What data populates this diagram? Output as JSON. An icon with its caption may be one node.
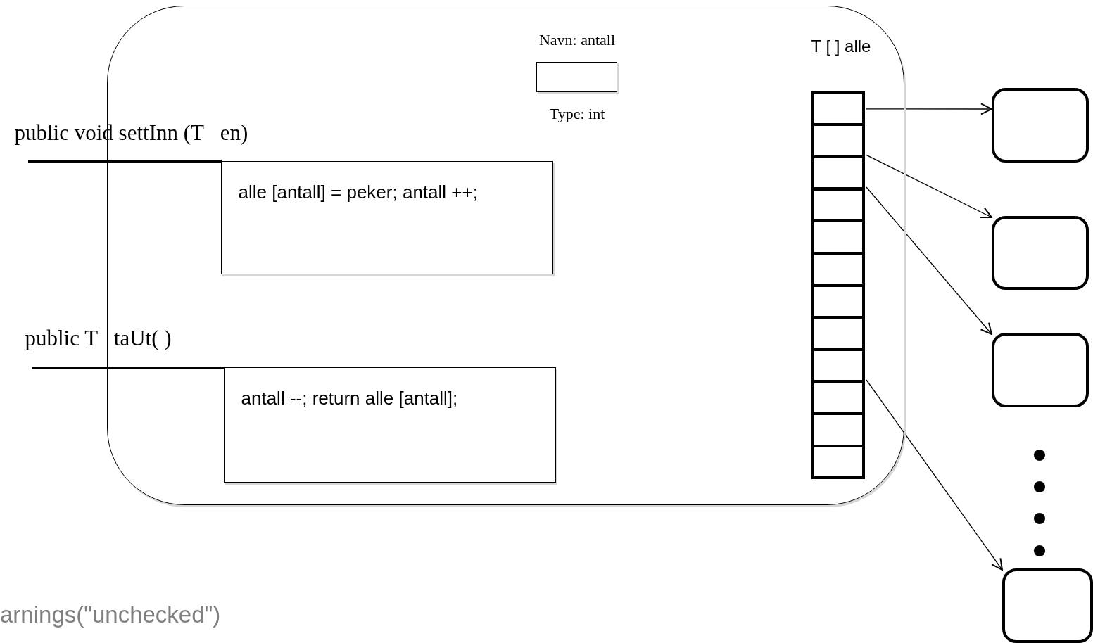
{
  "diagram": {
    "nodes": [
      {
        "text": [],
        "shape": "box"
      },
      {
        "text": [
          "Navn: antall",
          "Type: int"
        ],
        "in": 0
      },
      {
        "text": [
          "public void settInn (T   en)",
          "alle [antall] = peker; antall ++;"
        ],
        "in": 0
      },
      {
        "text": [
          "public T   taUt( )",
          "antall --; return alle [antall];"
        ],
        "in": 0
      },
      {
        "text": [
          "T [ ] alle"
        ],
        "in": 0
      },
      {
        "text": [],
        "shape": "box",
        "in": 4
      },
      {
        "text": [],
        "shape": "box",
        "in": 4
      },
      {
        "text": [],
        "shape": "box",
        "in": 4
      },
      {
        "text": [],
        "shape": "box",
        "in": 4
      },
      {
        "text": [],
        "shape": "box",
        "in": 4
      },
      {
        "text": [],
        "shape": "box",
        "in": 4
      },
      {
        "text": [],
        "shape": "box",
        "in": 4
      },
      {
        "text": [],
        "shape": "box",
        "in": 4
      },
      {
        "text": [],
        "shape": "box",
        "in": 4
      },
      {
        "text": [],
        "shape": "box",
        "in": 4
      },
      {
        "text": [],
        "shape": "box",
        "in": 4
      },
      {
        "text": [],
        "shape": "box",
        "in": 4
      },
      {
        "text": [],
        "shape": "box"
      },
      {
        "text": [],
        "shape": "box"
      },
      {
        "text": [],
        "shape": "box"
      },
      {
        "text": [],
        "shape": "box"
      }
    ],
    "edges": [
      {
        "from": 5,
        "to": 17,
        "arrow": "to"
      },
      {
        "from": 6,
        "to": 18,
        "arrow": "to"
      },
      {
        "from": 7,
        "to": 19,
        "arrow": "to"
      },
      {
        "from": 13,
        "to": 20,
        "arrow": "to"
      }
    ],
    "labels": [
      "arnings(\"unchecked\")"
    ]
  }
}
